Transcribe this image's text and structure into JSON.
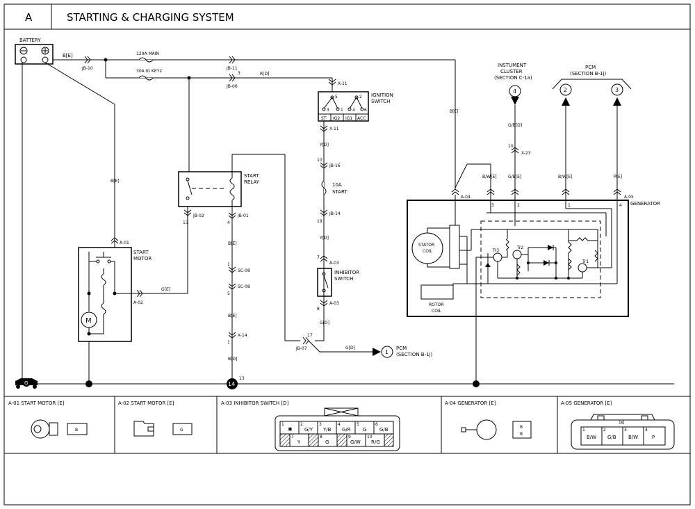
{
  "header": {
    "section_letter": "A",
    "title": "STARTING & CHARGING SYSTEM"
  },
  "components": {
    "battery": "BATTERY",
    "start_motor": [
      "START",
      "MOTOR"
    ],
    "motor_symbol": "M",
    "start_relay": [
      "START",
      "RELAY"
    ],
    "ignition_switch": [
      "IGNITION",
      "SWITCH"
    ],
    "ignition_terminals": [
      "ST",
      "IG2",
      "IG1",
      "ACC"
    ],
    "ignition_pins": [
      "5",
      "2",
      "3",
      "1",
      "4",
      "6"
    ],
    "inhibitor_switch": [
      "INHIBITOR",
      "SWITCH"
    ],
    "generator": "GENERATOR",
    "stator_coil": [
      "STATOR",
      "COIL"
    ],
    "rotor_coil": [
      "ROTOR",
      "COIL"
    ],
    "transistors": [
      "Tr3",
      "Tr2",
      "Tr1"
    ],
    "fuse_main": "120A MAIN",
    "fuse_ig": "30A IG KEY2",
    "fuse_start": [
      "10A",
      "START"
    ],
    "instrument_cluster": [
      "INSTUMENT",
      "CLUSTER",
      "(SECTION C-1a)"
    ],
    "pcm_top": [
      "PCM",
      "(SECTION B-1j)"
    ],
    "pcm_bottom": [
      "PCM",
      "(SECTION B-1j)"
    ]
  },
  "circles": {
    "c4": "4",
    "c2": "2",
    "c3": "3",
    "c1": "1",
    "ground": "14",
    "g": "G"
  },
  "connectors": {
    "jb10": "JB-10",
    "jb11": "JB-11",
    "jb06": "JB-06",
    "x11a": "X-11",
    "x11b": "X-11",
    "jb16": "JB-16",
    "jb14": "JB-14",
    "jb01": "JB-01",
    "jb02": "JB-02",
    "sc08a": "SC-08",
    "sc08b": "SC-08",
    "x14": "X-14",
    "jb07": "JB-07",
    "a01": "A-01",
    "a02": "A-02",
    "a03a": "A-03",
    "a03b": "A-03",
    "a04": "A-04",
    "a05": "A-05",
    "x23": "X-23"
  },
  "wires": {
    "be1": "B[E]",
    "be2": "B[E]",
    "be3": "B[E]",
    "rd": "R[D]",
    "yd1": "Y[D]",
    "yd2": "Y[D]",
    "ge": "G[E]",
    "be4": "B[E]",
    "be5": "B[E]",
    "bd": "B[D]",
    "gd1": "G[D]",
    "gd2": "G[D]",
    "gbd": "G/B[D]",
    "bwe1": "B/W[E]",
    "gbe": "G/B[E]",
    "bwe2": "B/W[E]",
    "pe": "P[E]"
  },
  "pins": {
    "p3": "3",
    "p10a": "10",
    "p19": "19",
    "p7": "7",
    "p8": "8",
    "p13a": "13",
    "p4": "4",
    "p1a": "1",
    "p5": "5",
    "p1b": "1",
    "p17": "17",
    "p13b": "13",
    "p10b": "10",
    "g3": "3",
    "g2": "2",
    "g1": "1",
    "g4": "4"
  },
  "legend": {
    "a01": {
      "title": "A-01 START MOTOR [E]",
      "pins": [
        "B"
      ]
    },
    "a02": {
      "title": "A-02 START MOTOR [E]",
      "pins": [
        "G"
      ]
    },
    "a03": {
      "title": "A-03 INHIBITOR SWITCH [D]",
      "top": [
        {
          "num": "1",
          "label": "✱"
        },
        {
          "num": "2",
          "label": "G/Y"
        },
        {
          "num": "3",
          "label": "Y/B"
        },
        {
          "num": "4",
          "label": "G/R"
        },
        {
          "num": "5",
          "label": "G"
        },
        {
          "num": "6",
          "label": "G/B"
        }
      ],
      "bottom": [
        {
          "num": "7",
          "label": "Y"
        },
        {
          "num": "8",
          "label": "G"
        },
        {
          "num": "9",
          "label": "G/W"
        },
        {
          "num": "10",
          "label": "R/G"
        }
      ]
    },
    "a04": {
      "title": "A-04  GENERATOR     [E]",
      "pins": [
        "B",
        "B"
      ]
    },
    "a05": {
      "title": "A-05  GENERATOR     [E]",
      "pins": [
        {
          "num": "1",
          "label": "B/W"
        },
        {
          "num": "2",
          "label": "G/B"
        },
        {
          "num": "3",
          "label": "B/W"
        },
        {
          "num": "4",
          "label": "P"
        }
      ]
    }
  }
}
